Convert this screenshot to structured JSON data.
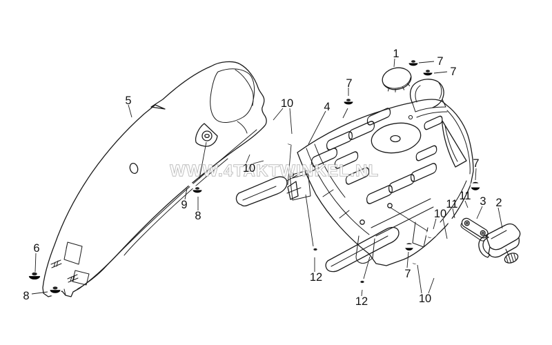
{
  "colors": {
    "background": "#ffffff",
    "line": "#1a1a1a",
    "watermark": "#9e9e9e",
    "dark_fill": "#222222"
  },
  "watermark": {
    "text": "WWW.4TAKTWINKEL.NL"
  },
  "parts_legend": [
    {
      "ref": "1",
      "name": "oval-cap"
    },
    {
      "ref": "2",
      "name": "latch-lock"
    },
    {
      "ref": "3",
      "name": "stay-plate"
    },
    {
      "ref": "4",
      "name": "rear-fender"
    },
    {
      "ref": "5",
      "name": "front-mudguard"
    },
    {
      "ref": "6",
      "name": "grommet-large"
    },
    {
      "ref": "7",
      "name": "rubber-grommet"
    },
    {
      "ref": "8",
      "name": "collar-nut"
    },
    {
      "ref": "9",
      "name": "small-bolt"
    },
    {
      "ref": "10",
      "name": "bolt-with-washer"
    },
    {
      "ref": "11",
      "name": "small-flange-bolt"
    },
    {
      "ref": "12",
      "name": "flange-nut"
    }
  ],
  "callouts": [
    {
      "label": "1",
      "part": "oval-cap"
    },
    {
      "label": "7",
      "part": "rubber-grommet"
    },
    {
      "label": "7",
      "part": "rubber-grommet"
    },
    {
      "label": "7",
      "part": "rubber-grommet"
    },
    {
      "label": "4",
      "part": "rear-fender"
    },
    {
      "label": "10",
      "part": "bolt-with-washer"
    },
    {
      "label": "5",
      "part": "front-mudguard"
    },
    {
      "label": "10",
      "part": "bolt-with-washer"
    },
    {
      "label": "9",
      "part": "small-bolt"
    },
    {
      "label": "8",
      "part": "collar-nut"
    },
    {
      "label": "6",
      "part": "grommet-large"
    },
    {
      "label": "8",
      "part": "collar-nut"
    },
    {
      "label": "12",
      "part": "flange-nut"
    },
    {
      "label": "12",
      "part": "flange-nut"
    },
    {
      "label": "7",
      "part": "rubber-grommet"
    },
    {
      "label": "10",
      "part": "bolt-with-washer"
    },
    {
      "label": "7",
      "part": "rubber-grommet"
    },
    {
      "label": "11",
      "part": "small-flange-bolt"
    },
    {
      "label": "11",
      "part": "small-flange-bolt"
    },
    {
      "label": "3",
      "part": "stay-plate"
    },
    {
      "label": "2",
      "part": "latch-lock"
    },
    {
      "label": "10",
      "part": "bolt-with-washer"
    }
  ]
}
